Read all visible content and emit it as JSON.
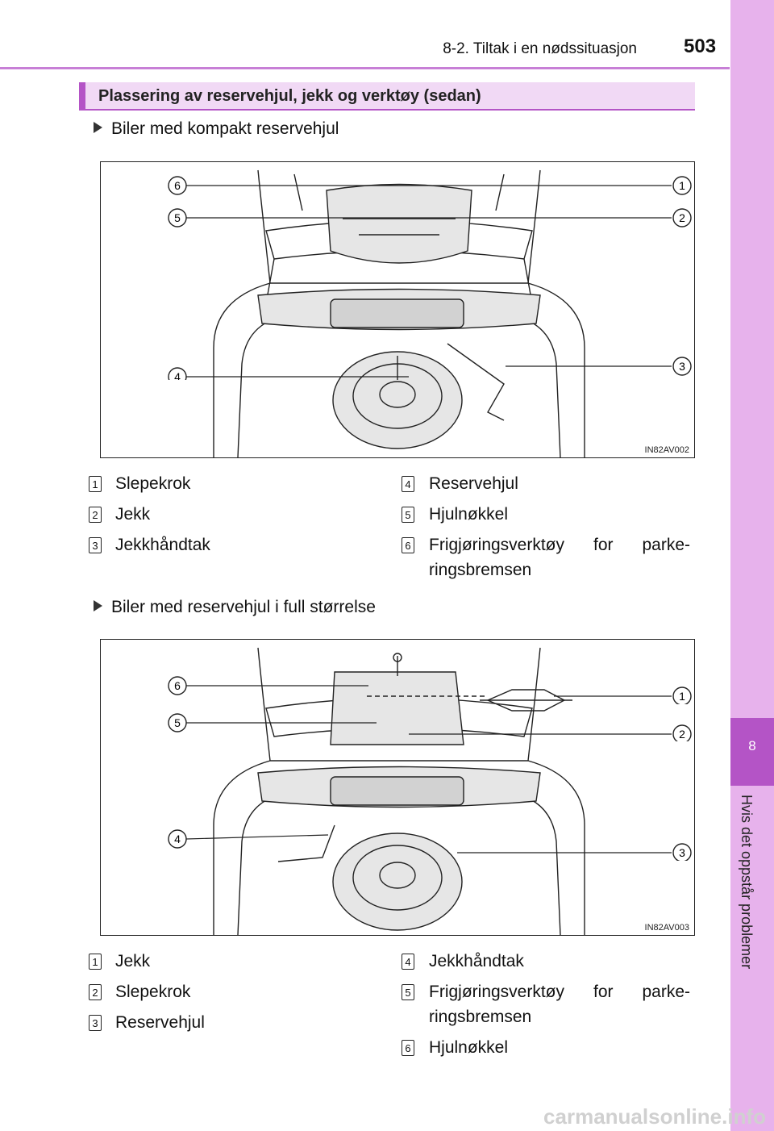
{
  "header": {
    "section": "8-2. Tiltak i en nødssituasjon",
    "page": "503"
  },
  "sidebar": {
    "chapter": "8",
    "title": "Hvis det oppstår problemer"
  },
  "section_title": "Plassering av reservehjul, jekk og verktøy (sedan)",
  "part1": {
    "heading": "Biler med kompakt reservehjul",
    "figure_code": "IN82AV002",
    "callouts": [
      "6",
      "1",
      "5",
      "2",
      "4",
      "3"
    ],
    "items": [
      {
        "num": "1",
        "text": "Slepekrok"
      },
      {
        "num": "2",
        "text": "Jekk"
      },
      {
        "num": "3",
        "text": "Jekkhåndtak"
      },
      {
        "num": "4",
        "text": "Reservehjul"
      },
      {
        "num": "5",
        "text": "Hjulnøkkel"
      },
      {
        "num": "6",
        "text": "Frigjøringsverktøy for parke-",
        "text2": "ringsbremsen"
      }
    ]
  },
  "part2": {
    "heading": "Biler med reservehjul i full størrelse",
    "figure_code": "IN82AV003",
    "callouts": [
      "6",
      "1",
      "5",
      "2",
      "4",
      "3"
    ],
    "items": [
      {
        "num": "1",
        "text": "Jekk"
      },
      {
        "num": "2",
        "text": "Slepekrok"
      },
      {
        "num": "3",
        "text": "Reservehjul"
      },
      {
        "num": "4",
        "text": "Jekkhåndtak"
      },
      {
        "num": "5",
        "text": "Frigjøringsverktøy for parke-",
        "text2": "ringsbremsen"
      },
      {
        "num": "6",
        "text": "Hjulnøkkel"
      }
    ]
  },
  "watermark": "carmanualsonline.info"
}
